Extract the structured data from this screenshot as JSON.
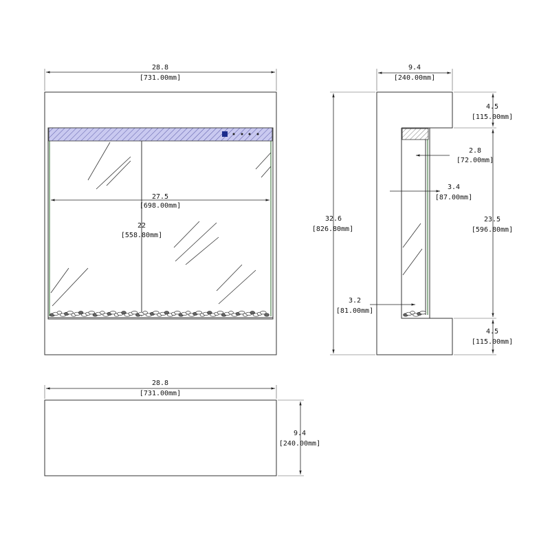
{
  "front_view": {
    "overall_width": {
      "value": "28.8",
      "mm": "[731.00mm]"
    },
    "glass_width": {
      "value": "27.5",
      "mm": "[698.00mm]"
    },
    "glass_height": {
      "value": "22",
      "mm": "[558.80mm]"
    }
  },
  "side_view": {
    "overall_depth": {
      "value": "9.4",
      "mm": "[240.00mm]"
    },
    "overall_height": {
      "value": "32.6",
      "mm": "[826.80mm]"
    },
    "top_frame": {
      "value": "4.5",
      "mm": "[115.00mm]"
    },
    "insert_height": {
      "value": "23.5",
      "mm": "[596.80mm]"
    },
    "bottom_frame": {
      "value": "4.5",
      "mm": "[115.00mm]"
    },
    "header_depth": {
      "value": "2.8",
      "mm": "[72.00mm]"
    },
    "glass_depth": {
      "value": "3.4",
      "mm": "[87.00mm]"
    },
    "base_depth": {
      "value": "3.2",
      "mm": "[81.00mm]"
    }
  },
  "top_view": {
    "overall_width": {
      "value": "28.8",
      "mm": "[731.00mm]"
    },
    "overall_depth": {
      "value": "9.4",
      "mm": "[240.00mm]"
    }
  },
  "colors": {
    "header_hatch_fill": "#c9c9f0",
    "header_hatch_stroke": "#5a5aa8",
    "glass_edge": "#2e6b2e",
    "control_panel": "#1c2c8c"
  }
}
